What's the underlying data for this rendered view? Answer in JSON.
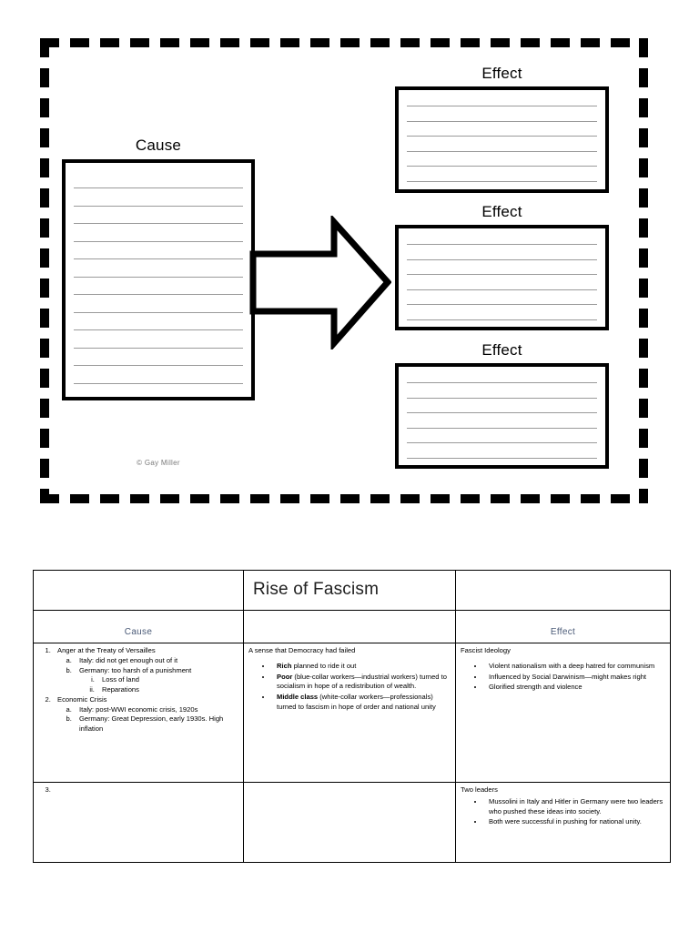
{
  "organizer": {
    "cause_label": "Cause",
    "effect_labels": [
      "Effect",
      "Effect",
      "Effect"
    ],
    "credit": "© Gay Miller",
    "cause_rule_count": 12,
    "effect_rule_count": 6,
    "arrow_icon": "right-arrow-icon",
    "frame_style": "dashed"
  },
  "table": {
    "title": "Rise of Fascism",
    "headers": {
      "cause": "Cause",
      "middle": "",
      "effect": "Effect"
    },
    "header_color": "#4a5a77",
    "cause_outline": {
      "item1": "Anger at the Treaty of Versailles",
      "item1a": "Italy: did not get enough out of it",
      "item1b": "Germany: too harsh of a punishment",
      "item1b_i": "Loss of land",
      "item1b_ii": "Reparations",
      "item2": "Economic Crisis",
      "item2a": "Italy: post-WWI economic crisis, 1920s",
      "item2b": "Germany: Great Depression, early 1930s. High inflation",
      "item3": ""
    },
    "middle_column": {
      "lead": "A sense that Democracy had failed",
      "bullets": [
        {
          "bold": "Rich",
          "rest": " planned to ride it out"
        },
        {
          "bold": "Poor",
          "rest": " (blue-collar workers—industrial workers) turned to socialism in hope of a redistribution of wealth."
        },
        {
          "bold": "Middle class",
          "rest": " (white-collar workers—professionals) turned to fascism in hope of order and national unity"
        }
      ]
    },
    "effect_column": {
      "lead": "Fascist Ideology",
      "bullets": [
        "Violent nationalism with a deep hatred for communism",
        "Influenced by Social Darwinism—might makes right",
        "Glorified strength and violence"
      ],
      "lead2": "Two leaders",
      "bullets2": [
        "Mussolini in Italy and Hitler in Germany were two leaders who pushed these ideas into society.",
        "Both were successful in pushing for national unity."
      ]
    }
  }
}
